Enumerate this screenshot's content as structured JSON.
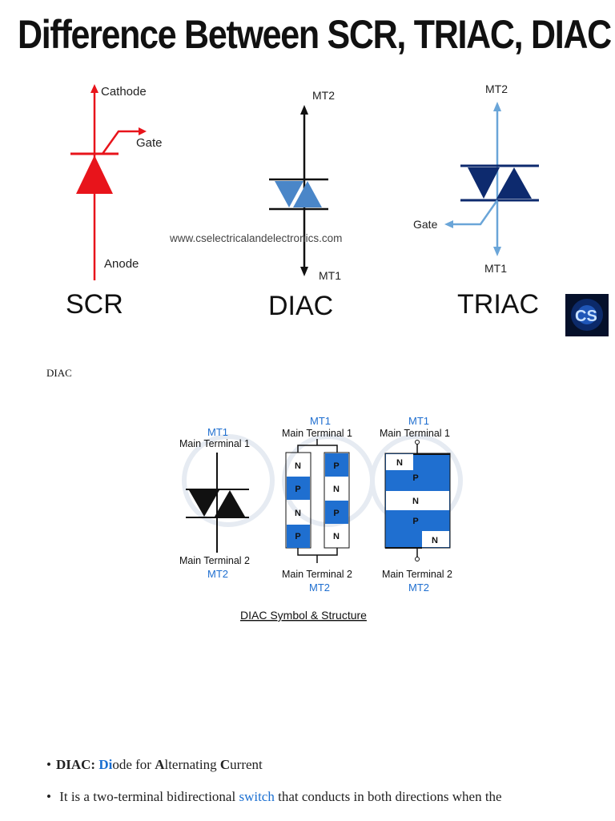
{
  "title": "Difference Between SCR, TRIAC, DIAC",
  "symbols": {
    "scr": {
      "label": "SCR",
      "cathode": "Cathode",
      "gate": "Gate",
      "anode": "Anode"
    },
    "diac": {
      "label": "DIAC",
      "mt2": "MT2",
      "mt1": "MT1",
      "watermark": "www.cselectricalandelectronics.com"
    },
    "triac": {
      "label": "TRIAC",
      "mt2": "MT2",
      "gate": "Gate",
      "mt1": "MT1"
    },
    "logo": "CS"
  },
  "caption_diac": "DIAC",
  "diac_figure": {
    "symbol": {
      "mt1": "MT1",
      "mt1_name": "Main Terminal 1",
      "mt2_name": "Main Terminal 2",
      "mt2": "MT2"
    },
    "layers_mid": {
      "mt1": "MT1",
      "mt1_name": "Main Terminal 1",
      "mt2_name": "Main Terminal 2",
      "mt2": "MT2",
      "left": [
        "N",
        "P",
        "N",
        "P"
      ],
      "right": [
        "P",
        "N",
        "P",
        "N"
      ]
    },
    "layers_right": {
      "mt1": "MT1",
      "mt1_name": "Main Terminal 1",
      "mt2_name": "Main Terminal 2",
      "mt2": "MT2",
      "regions": [
        "N",
        "P",
        "N",
        "P",
        "N"
      ]
    },
    "caption": "DIAC Symbol & Structure"
  },
  "bullets": {
    "b1": {
      "term": "DIAC:",
      "di": "Di",
      "rest1": "ode for ",
      "a": "A",
      "rest2": "lternating ",
      "c": "C",
      "rest3": "urrent"
    },
    "b2": {
      "pre": "It is a two-terminal bidirectional ",
      "link": "switch",
      "post": " that conducts in both directions when the"
    }
  },
  "colors": {
    "scr_red": "#e8141b",
    "diac_blue": "#4a86c8",
    "triac_navy": "#0d2a6e",
    "triac_lightblue": "#6aa5d8",
    "struct_blue": "#1f6fd0"
  }
}
